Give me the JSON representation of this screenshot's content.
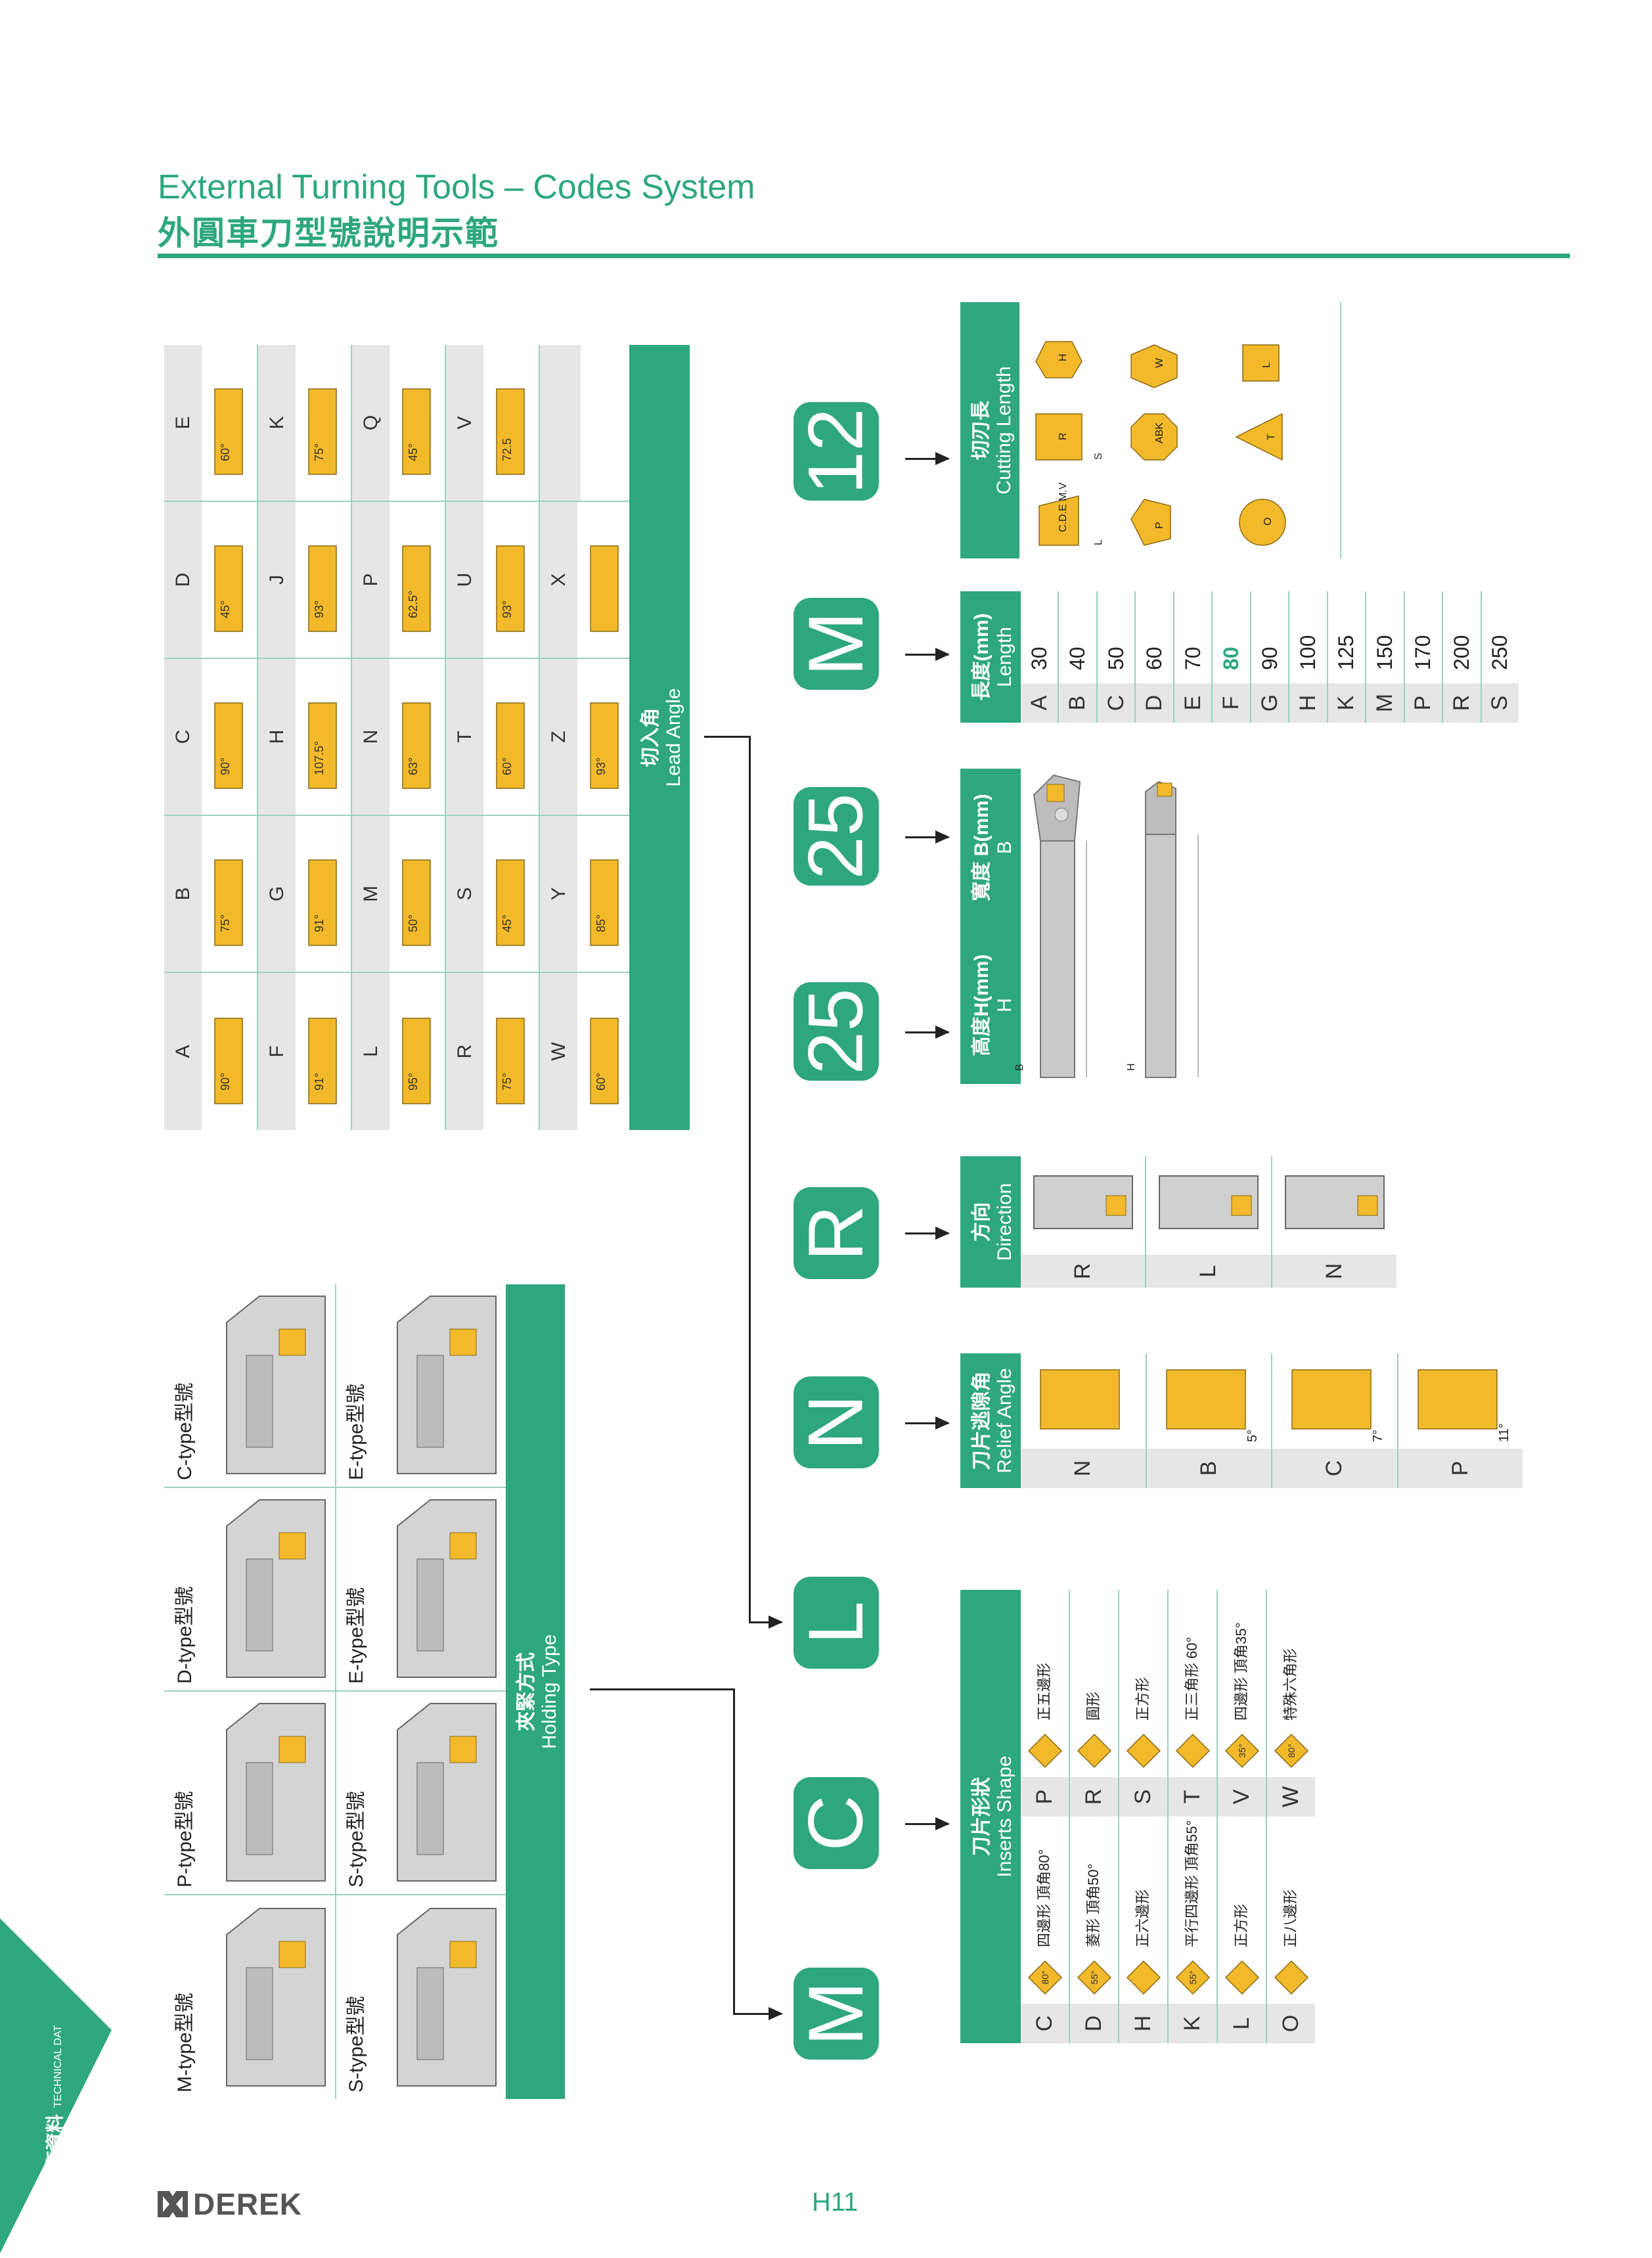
{
  "header": {
    "title_en": "External Turning Tools – Codes System",
    "title_zh": "外圓車刀型號說明示範"
  },
  "codes": [
    "M",
    "C",
    "L",
    "N",
    "R",
    "25",
    "25",
    "M",
    "12"
  ],
  "holding": {
    "zh": "夾緊方式",
    "en": "Holding Type",
    "items": [
      "M-type型號",
      "P-type型號",
      "D-type型號",
      "C-type型號",
      "S-type型號",
      "S-type型號",
      "E-type型號",
      "E-type型號"
    ]
  },
  "inserts": {
    "zh": "刀片形狀",
    "en": "Inserts Shape",
    "left": [
      {
        "code": "C",
        "desc": "四邊形 頂角80°",
        "angle": "80°"
      },
      {
        "code": "D",
        "desc": "菱形 頂角50°",
        "angle": "55°"
      },
      {
        "code": "H",
        "desc": "正六邊形",
        "angle": ""
      },
      {
        "code": "K",
        "desc": "平行四邊形 頂角55°",
        "angle": "55°"
      },
      {
        "code": "L",
        "desc": "正方形",
        "angle": ""
      },
      {
        "code": "O",
        "desc": "正八邊形",
        "angle": ""
      }
    ],
    "right": [
      {
        "code": "P",
        "desc": "正五邊形",
        "angle": ""
      },
      {
        "code": "R",
        "desc": "圓形",
        "angle": ""
      },
      {
        "code": "S",
        "desc": "正方形",
        "angle": ""
      },
      {
        "code": "T",
        "desc": "正三角形 60°",
        "angle": ""
      },
      {
        "code": "V",
        "desc": "四邊形 頂角35°",
        "angle": "35°"
      },
      {
        "code": "W",
        "desc": "特殊六角形",
        "angle": "80°"
      }
    ]
  },
  "lead": {
    "zh": "切入角",
    "en": "Lead Angle",
    "columns": [
      [
        {
          "code": "A",
          "angle": "90°"
        },
        {
          "code": "B",
          "angle": "75°"
        },
        {
          "code": "C",
          "angle": "90°"
        },
        {
          "code": "D",
          "angle": "45°"
        },
        {
          "code": "E",
          "angle": "60°"
        }
      ],
      [
        {
          "code": "F",
          "angle": "91°"
        },
        {
          "code": "G",
          "angle": "91°"
        },
        {
          "code": "H",
          "angle": "107.5°"
        },
        {
          "code": "J",
          "angle": "93°"
        },
        {
          "code": "K",
          "angle": "75°"
        }
      ],
      [
        {
          "code": "L",
          "angle": "95°"
        },
        {
          "code": "M",
          "angle": "50°"
        },
        {
          "code": "N",
          "angle": "63°"
        },
        {
          "code": "P",
          "angle": "62.5°"
        },
        {
          "code": "Q",
          "angle": "45°"
        }
      ],
      [
        {
          "code": "R",
          "angle": "75°"
        },
        {
          "code": "S",
          "angle": "45°"
        },
        {
          "code": "T",
          "angle": "60°"
        },
        {
          "code": "U",
          "angle": "93°"
        },
        {
          "code": "V",
          "angle": "72.5"
        }
      ],
      [
        {
          "code": "W",
          "angle": "60°"
        },
        {
          "code": "Y",
          "angle": "85°"
        },
        {
          "code": "Z",
          "angle": "93°"
        },
        {
          "code": "X",
          "angle": ""
        },
        {
          "code": "",
          "angle": ""
        }
      ]
    ]
  },
  "relief": {
    "zh": "刀片逃隙角",
    "en": "Relief Angle",
    "items": [
      {
        "code": "N",
        "angle": ""
      },
      {
        "code": "B",
        "angle": "5°"
      },
      {
        "code": "C",
        "angle": "7°"
      },
      {
        "code": "P",
        "angle": "11°"
      }
    ]
  },
  "direction": {
    "zh": "方向",
    "en": "Direction",
    "items": [
      "R",
      "L",
      "N"
    ]
  },
  "size": {
    "height_zh": "高度H(mm)",
    "height_en": "H",
    "width_zh": "寬度 B(mm)",
    "width_en": "B",
    "dim_b": "B",
    "dim_h": "H"
  },
  "length": {
    "zh": "長度(mm)",
    "en": "Length",
    "rows": [
      {
        "code": "A",
        "value": "30"
      },
      {
        "code": "B",
        "value": "40"
      },
      {
        "code": "C",
        "value": "50"
      },
      {
        "code": "D",
        "value": "60"
      },
      {
        "code": "E",
        "value": "70"
      },
      {
        "code": "F",
        "value": "80"
      },
      {
        "code": "G",
        "value": "90"
      },
      {
        "code": "H",
        "value": "100"
      },
      {
        "code": "K",
        "value": "125"
      },
      {
        "code": "M",
        "value": "150"
      },
      {
        "code": "P",
        "value": "170"
      },
      {
        "code": "R",
        "value": "200"
      },
      {
        "code": "S",
        "value": "250"
      }
    ],
    "highlight_color": "#2ea77e"
  },
  "cutting": {
    "zh": "切刃長",
    "en": "Cutting Length",
    "labels": [
      "H",
      "R",
      "C.D.E M.V",
      "P",
      "W",
      "ABK",
      "O",
      "T",
      "L",
      "L",
      "S"
    ]
  },
  "footer": {
    "side_zh": "技術資料",
    "side_en": "TECHNICAL DAT",
    "brand": "DEREK",
    "page": "H11"
  },
  "colors": {
    "accent": "#2ea77e",
    "insert": "#f2b92a",
    "grey": "#e6e6e6"
  }
}
